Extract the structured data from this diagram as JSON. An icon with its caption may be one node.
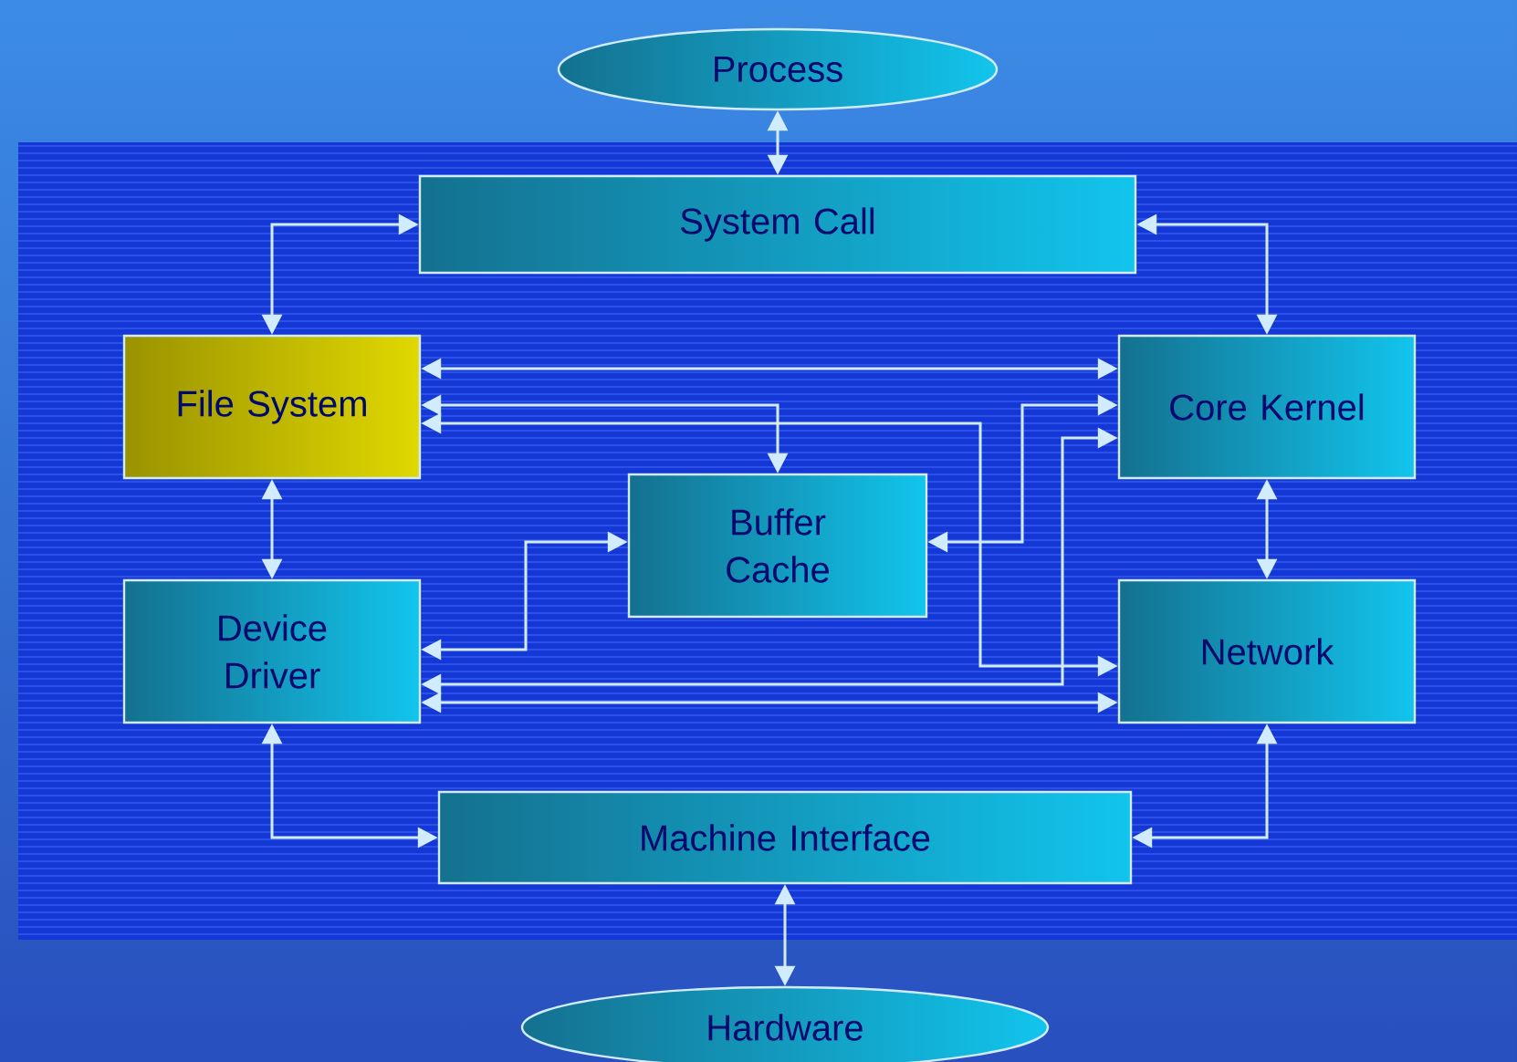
{
  "diagram": {
    "nodes": [
      {
        "text": [
          "Process"
        ]
      },
      {
        "text": [
          "System Call"
        ]
      },
      {
        "text": [
          "File System"
        ]
      },
      {
        "text": [
          "Core Kernel"
        ]
      },
      {
        "text": [
          "Buffer Cache"
        ]
      },
      {
        "text": [
          "Device Driver"
        ]
      },
      {
        "text": [
          "Network"
        ]
      },
      {
        "text": [
          "Machine Interface"
        ]
      },
      {
        "text": [
          "Hardware"
        ]
      }
    ],
    "edges": [
      {
        "from": 0,
        "to": 1,
        "arrow": "both"
      },
      {
        "from": 1,
        "to": 2,
        "arrow": "both"
      },
      {
        "from": 1,
        "to": 3,
        "arrow": "both"
      },
      {
        "from": 2,
        "to": 5,
        "arrow": "both"
      },
      {
        "from": 3,
        "to": 6,
        "arrow": "both"
      },
      {
        "from": 5,
        "to": 7,
        "arrow": "both"
      },
      {
        "from": 6,
        "to": 7,
        "arrow": "both"
      },
      {
        "from": 7,
        "to": 8,
        "arrow": "both"
      },
      {
        "from": 2,
        "to": 3,
        "arrow": "both"
      },
      {
        "from": 2,
        "to": 4,
        "arrow": "both"
      },
      {
        "from": 2,
        "to": 6,
        "arrow": "both"
      },
      {
        "from": 3,
        "to": 4,
        "arrow": "both"
      },
      {
        "from": 3,
        "to": 5,
        "arrow": "both"
      },
      {
        "from": 5,
        "to": 4,
        "arrow": "both"
      },
      {
        "from": 5,
        "to": 6,
        "arrow": "both"
      }
    ]
  }
}
